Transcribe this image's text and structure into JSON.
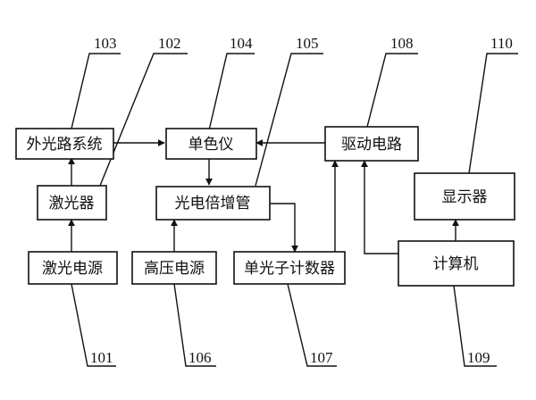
{
  "diagram": {
    "blocks": {
      "outer_optical_path": "外光路系统",
      "laser": "激光器",
      "laser_power_supply": "激光电源",
      "monochromator": "单色仪",
      "photomultiplier": "光电倍增管",
      "high_voltage_supply": "高压电源",
      "drive_circuit": "驱动电路",
      "photon_counter": "单光子计数器",
      "display": "显示器",
      "computer": "计算机"
    },
    "refs": {
      "r103": "103",
      "r102": "102",
      "r104": "104",
      "r105": "105",
      "r108": "108",
      "r110": "110",
      "r101": "101",
      "r106": "106",
      "r107": "107",
      "r109": "109"
    },
    "colors": {
      "ink": "#111111",
      "background": "#ffffff"
    }
  }
}
